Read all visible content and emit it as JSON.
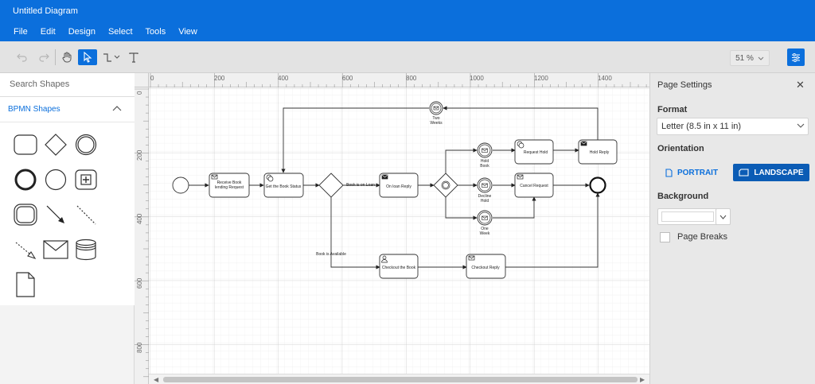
{
  "app": {
    "title": "Untitled Diagram"
  },
  "menu": [
    "File",
    "Edit",
    "Design",
    "Select",
    "Tools",
    "View"
  ],
  "toolbar": {
    "zoom": "51 %"
  },
  "palette": {
    "search_placeholder": "Search Shapes",
    "group_title": "BPMN Shapes"
  },
  "rulers": {
    "h_labels": [
      "0",
      "200",
      "400",
      "600",
      "800",
      "1000",
      "1200",
      "1400"
    ],
    "v_labels": [
      "0",
      "200",
      "400",
      "600",
      "800"
    ]
  },
  "diagram": {
    "labels": {
      "receive_request": [
        "Receive Book",
        "lending Request"
      ],
      "get_status": "Get the Book Status",
      "book_on_loan": "Book is on Loan",
      "on_loan_reply": "On loan Reply",
      "two_weeks": [
        "Two",
        "Weeks"
      ],
      "hold_book": [
        "Hold",
        "Book"
      ],
      "decline_hold": [
        "Decline",
        "Hold"
      ],
      "one_week": [
        "One",
        "Week"
      ],
      "request_hold": "Request Hold",
      "hold_reply": "Hold Reply",
      "cancel_request": "Cancel Request",
      "book_available": "Book is Available",
      "checkout_book": "Checkout the Book",
      "checkout_reply": "Checkout Reply"
    }
  },
  "panel": {
    "title": "Page Settings",
    "format_label": "Format",
    "format_value": "Letter (8.5 in x 11 in)",
    "orientation_label": "Orientation",
    "portrait": "PORTRAIT",
    "landscape": "LANDSCAPE",
    "background_label": "Background",
    "background_color": "#ffffff",
    "page_breaks": "Page Breaks",
    "page_breaks_checked": false
  },
  "colors": {
    "accent": "#0b6fdc",
    "grid": "#e4e4e4",
    "grid_major": "#cfcfcf"
  }
}
